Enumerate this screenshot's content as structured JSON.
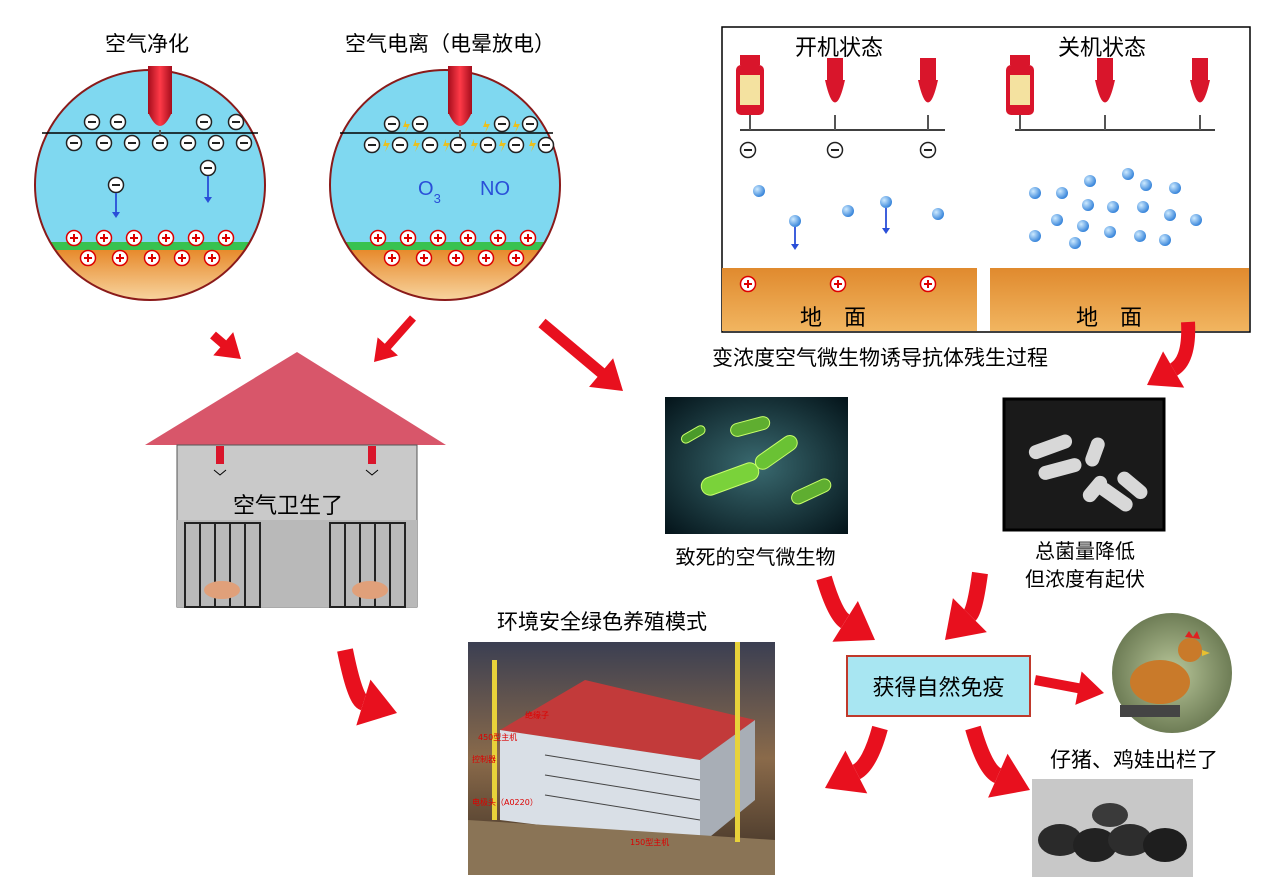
{
  "titles": {
    "purify": "空气净化",
    "ionize": "空气电离（电晕放电）",
    "sanitary": "空气卫生了",
    "process": "变浓度空气微生物诱导抗体残生过程",
    "on_state": "开机状态",
    "off_state": "关机状态",
    "ground": "地　面",
    "killed": "致死的空气微生物",
    "total_line1": "总菌量降低",
    "total_line2": "但浓度有起伏",
    "model": "环境安全绿色养殖模式",
    "immunity": "获得自然免疫",
    "released": "仔猪、鸡娃出栏了"
  },
  "ionize_labels": {
    "o3_main": "O",
    "o3_sub": "3",
    "no": "NO"
  },
  "model_labels": {
    "insulator": "绝缘子",
    "host450": "450型主机",
    "controller": "控制器",
    "head": "电极头（A0220）",
    "host150": "150型主机"
  },
  "symbols": {
    "minus": "−",
    "plus": "+"
  },
  "colors": {
    "sky": "#7fd8f0",
    "soil": "#e9a34a",
    "grass": "#38c24f",
    "emitter": "#d9152b",
    "roof": "#d8566a",
    "arrow": "#e8101e",
    "ion_blue": "#2a4fd8"
  }
}
